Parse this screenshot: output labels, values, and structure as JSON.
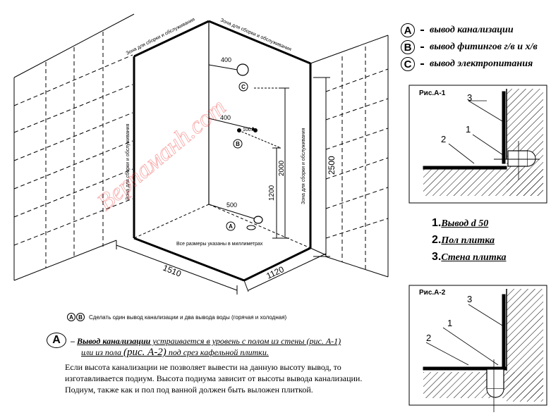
{
  "legend": [
    {
      "letter": "A",
      "text": "вывод канализации"
    },
    {
      "letter": "B",
      "text": "вывод фитингов г/в и х/в"
    },
    {
      "letter": "C",
      "text": "вывод электропитания"
    }
  ],
  "parts_list": [
    {
      "num": "1.",
      "text": "Вывод d 50"
    },
    {
      "num": "2.",
      "text": "Пол плитка"
    },
    {
      "num": "3.",
      "text": "Стена плитка"
    }
  ],
  "figures": {
    "fig1": {
      "title": "Рис.А-1",
      "labels": [
        "3",
        "1",
        "2"
      ]
    },
    "fig2": {
      "title": "Рис.А-2",
      "labels": [
        "3",
        "1",
        "2"
      ]
    }
  },
  "drawing": {
    "zone_label": "Зона для сборки и обслуживания",
    "dim_400_top": "400",
    "dim_400_mid": "400",
    "dim_100": "100",
    "dim_500": "500",
    "dim_1200": "1200",
    "dim_2000": "2000",
    "dim_2500": "2500",
    "dim_1510": "1510",
    "dim_1120": "1120",
    "all_dims_note": "Все размеры указаны в миллиметрах",
    "marker_a": "A",
    "marker_b": "B",
    "marker_c": "C",
    "watermark": "Верпаманh.com"
  },
  "notes": {
    "ab_letters": [
      "A",
      "B"
    ],
    "ab_note": "Сделать один вывод канализации и два вывода воды (горячая и холодная)",
    "a_letter": "A",
    "a_dash": "–",
    "a_title": "Вывод канализации",
    "a_line1_rest": " устраивается в уровень с полом из стены (рис. А-1)",
    "a_line2_part1": "или из пола ",
    "a_line2_big": "(рис. А-2)",
    "a_line2_part2": " под срез кафельной плитки.",
    "para": [
      "Если высота канализации не позволяет вывести на данную высоту вывод, то",
      "изготавливается подиум. Высота подиума зависит от высоты вывода канализации.",
      "Подиум, также как и пол под ванной должен быть выложен плиткой."
    ]
  }
}
